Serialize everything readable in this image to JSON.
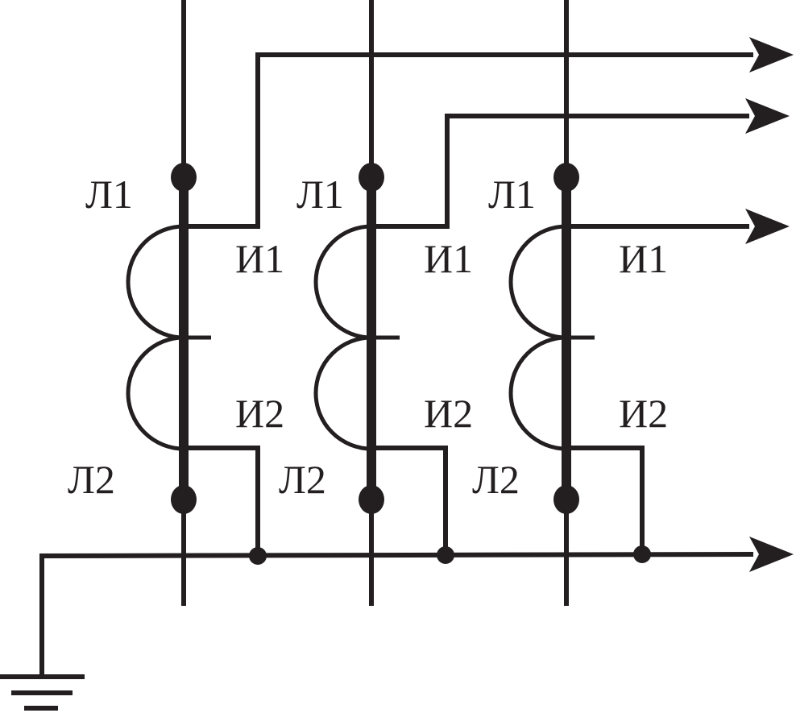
{
  "colors": {
    "ink": "#231f20",
    "background": "#ffffff"
  },
  "transformers": [
    {
      "primary_start": "Л1",
      "primary_end": "Л2",
      "secondary_start": "И1",
      "secondary_end": "И2"
    },
    {
      "primary_start": "Л1",
      "primary_end": "Л2",
      "secondary_start": "И1",
      "secondary_end": "И2"
    },
    {
      "primary_start": "Л1",
      "primary_end": "Л2",
      "secondary_start": "И1",
      "secondary_end": "И2"
    }
  ],
  "icons": {
    "ground": "ground-icon",
    "arrow": "arrow-right-icon"
  }
}
